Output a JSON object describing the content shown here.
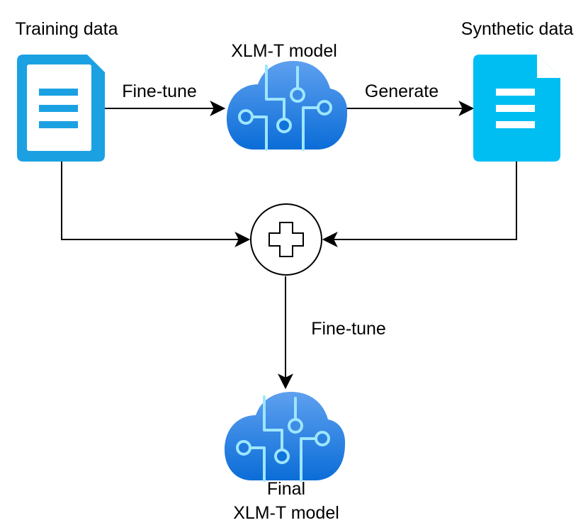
{
  "nodes": {
    "training_data": {
      "label": "Training data",
      "icon": "document-icon"
    },
    "xlmt_model": {
      "label": "XLM-T model",
      "icon": "cloud-circuit-icon"
    },
    "synthetic_data": {
      "label": "Synthetic data",
      "icon": "document-icon"
    },
    "combine": {
      "icon": "plus-icon"
    },
    "final_model": {
      "label_line1": "Final",
      "label_line2": "XLM-T model",
      "icon": "cloud-circuit-icon"
    }
  },
  "edges": {
    "finetune_1": {
      "label": "Fine-tune"
    },
    "generate": {
      "label": "Generate"
    },
    "finetune_2": {
      "label": "Fine-tune"
    }
  },
  "colors": {
    "training_doc": "#1ba1e2",
    "synthetic_doc": "#00bef2",
    "cloud_top": "#5ea0ef",
    "cloud_bottom": "#0b6dd8",
    "circuit": "#9ee6ff"
  }
}
